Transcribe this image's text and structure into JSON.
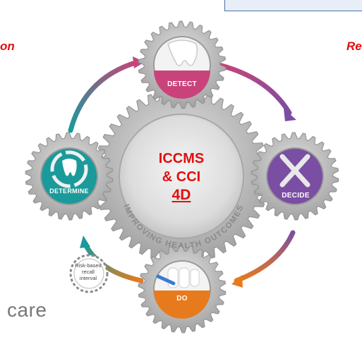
{
  "header": {
    "left_label": "on",
    "right_label": "Re"
  },
  "center": {
    "line1": "ICCMS",
    "line2": "& CCI",
    "line3": "4D",
    "arc_text": "IMPROVING HEALTH OUTCOMES"
  },
  "stages": {
    "detect": {
      "label": "DETECT",
      "color": "#c9437a"
    },
    "decide": {
      "label": "DECIDE",
      "color": "#7a4ea3"
    },
    "do": {
      "label": "DO",
      "color": "#e87a1e"
    },
    "determine": {
      "label": "DETERMINE",
      "color": "#1a9a9a"
    }
  },
  "risk_gear": {
    "line1": "Risk-based",
    "line2": "recall",
    "line3": "interval"
  },
  "footer": {
    "brand_fragment": "care"
  },
  "colors": {
    "accent_red": "#e01010",
    "gear_grey": "#b9b9b9",
    "arrow_pink": "#c9437a",
    "arrow_purple": "#7a4ea3",
    "arrow_orange": "#e87a1e",
    "arrow_teal": "#1a9a9a"
  }
}
